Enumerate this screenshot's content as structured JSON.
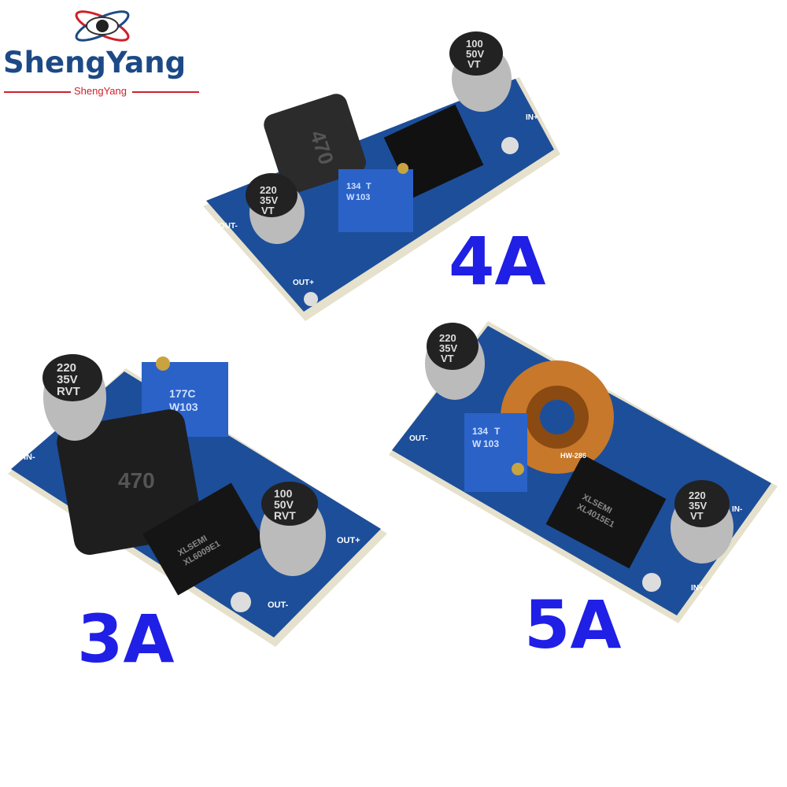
{
  "logo": {
    "brand": "ShengYang",
    "subtitle": "ShengYang",
    "colors": {
      "primary": "#1d4a86",
      "accent": "#d0202a"
    }
  },
  "products": [
    {
      "label": "4A",
      "inductor": "470",
      "cap_in": [
        "100",
        "50V",
        "VT"
      ],
      "cap_out": [
        "220",
        "35V",
        "VT"
      ],
      "trimmer": [
        "134",
        "T",
        "W",
        "103"
      ],
      "pins": [
        "IN+",
        "OUT-",
        "OUT+"
      ]
    },
    {
      "label": "3A",
      "inductor": "470",
      "cap_in": [
        "220",
        "35V",
        "RVT"
      ],
      "cap_out": [
        "100",
        "50V",
        "RVT"
      ],
      "trimmer": [
        "177C",
        "W103"
      ],
      "chip": [
        "XLSEMI",
        "XL6009E1"
      ],
      "pins": [
        "IN-",
        "OUT+",
        "OUT-"
      ]
    },
    {
      "label": "5A",
      "cap_in": [
        "220",
        "35V",
        "VT"
      ],
      "cap_out": [
        "220",
        "35V",
        "VT"
      ],
      "trimmer": [
        "134",
        "T",
        "W",
        "103"
      ],
      "chip": [
        "XLSEMI",
        "XL4015E1"
      ],
      "board": "HW-286",
      "pins": [
        "OUT-",
        "IN-",
        "IN+"
      ]
    }
  ],
  "label_color": "#1f1fe6"
}
